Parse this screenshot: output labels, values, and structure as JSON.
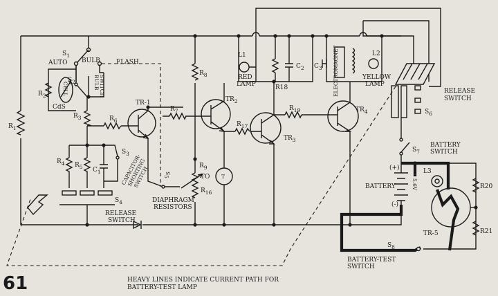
{
  "figure_number": "61",
  "caption_line1": "HEAVY LINES INDICATE CURRENT PATH FOR",
  "caption_line2": "BATTERY-TEST LAMP",
  "labels": {
    "s1": "S",
    "s1_sub": "1",
    "auto": "AUTO",
    "bulb": "BULB",
    "flash": "FLASH",
    "s2": "S",
    "s2_sub": "2",
    "bulb_switch_1": "BULB",
    "bulb_switch_2": "SWITCH",
    "r2": "R",
    "r2_sub": "2",
    "cell": "CELL",
    "cds": "CdS",
    "r3": "R",
    "r3_sub": "3",
    "r1": "R",
    "r1_sub": "1",
    "r6": "R",
    "r6_sub": "6",
    "tr1": "TR-1",
    "r7": "R",
    "r7_sub": "7",
    "r8": "R",
    "r8_sub": "8",
    "tr2": "TR",
    "tr2_sub": "2",
    "r17": "R",
    "r17_sub": "17",
    "tr3": "TR",
    "tr3_sub": "3",
    "r19": "R",
    "r19_sub": "19",
    "tr4": "TR",
    "tr4_sub": "4",
    "l1": "L1",
    "red_lamp_1": "RED",
    "red_lamp_2": "LAMP",
    "r18": "R18",
    "c2": "C",
    "c2_sub": "2",
    "c3": "C",
    "c3_sub": "3",
    "electromagnet": "ELECTROMAGNET",
    "l2": "L2",
    "yellow_lamp_1": "YELLOW",
    "yellow_lamp_2": "LAMP",
    "release_switch_1": "RELEASE",
    "release_switch_2": "SWITCH",
    "s6": "S",
    "s6_sub": "6",
    "s7": "S",
    "s7_sub": "7",
    "battery_switch_1": "BATTERY",
    "battery_switch_2": "SWITCH",
    "plus": "(+)",
    "minus": "(-)",
    "battery": "BATTERY",
    "voltage": "5.6V",
    "l3": "L3",
    "r20": "R20",
    "r21": "R21",
    "tr5": "TR-5",
    "s8": "S",
    "s8_sub": "8",
    "battery_test_1": "BATTERY-TEST",
    "battery_test_2": "SWITCH",
    "r4": "R",
    "r4_sub": "4",
    "r5": "R",
    "r5_sub": "5",
    "c1": "C",
    "c1_sub": "1",
    "s3": "S",
    "s3_sub": "3",
    "cap_switch_1": "CAPACITOR-",
    "cap_switch_2": "SHORTING",
    "cap_switch_3": "SWITCH",
    "s4": "S",
    "s4_sub": "4",
    "s5": "S",
    "s5_sub": "5",
    "r9": "R",
    "r9_sub": "9",
    "to": "TO",
    "r16": "R",
    "r16_sub": "16",
    "diaphragm_1": "DIAPHRAGM",
    "diaphragm_2": "RESISTORS",
    "release_switch_left_1": "RELEASE",
    "release_switch_left_2": "SWITCH",
    "meter": "T"
  }
}
